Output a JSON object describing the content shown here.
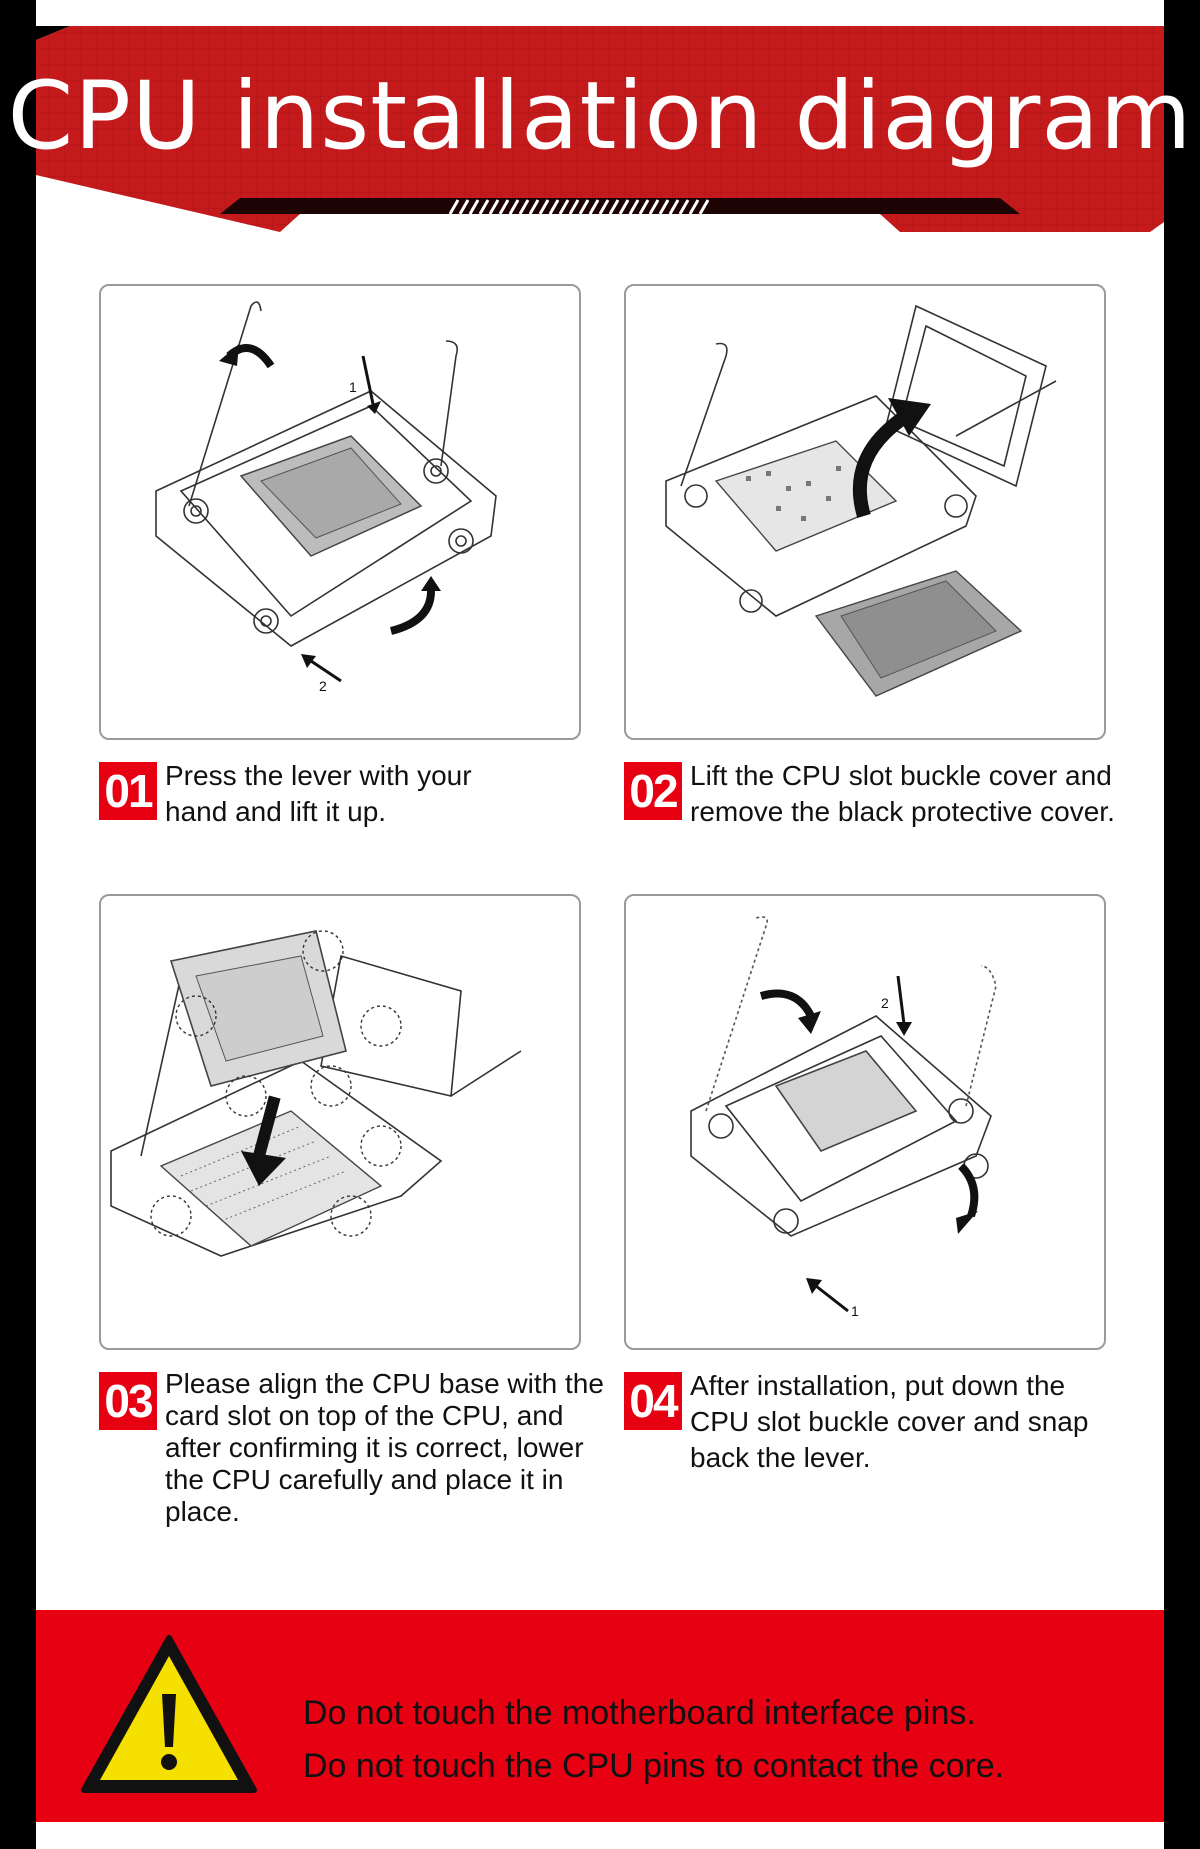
{
  "header": {
    "title": "CPU installation diagram"
  },
  "steps": [
    {
      "number": "01",
      "text": "Press the lever with your hand and lift it up.",
      "callouts": [
        "1",
        "2"
      ]
    },
    {
      "number": "02",
      "text": "Lift the CPU slot buckle cover and remove the black protective cover."
    },
    {
      "number": "03",
      "text": "Please align the CPU base with the card slot on top of the CPU, and after confirming it is correct, lower the CPU carefully and place it in place."
    },
    {
      "number": "04",
      "text": "After installation, put down the CPU slot buckle cover and snap back the lever.",
      "callouts": [
        "2",
        "1"
      ]
    }
  ],
  "warning": {
    "icon": "warning-triangle-icon",
    "lines": [
      "Do not touch the motherboard interface pins.",
      "Do not touch the CPU pins to contact the core."
    ]
  },
  "colors": {
    "brand_red": "#e60012",
    "header_red": "#c41a1c",
    "warning_yellow": "#f6e000",
    "background": "#000000"
  }
}
